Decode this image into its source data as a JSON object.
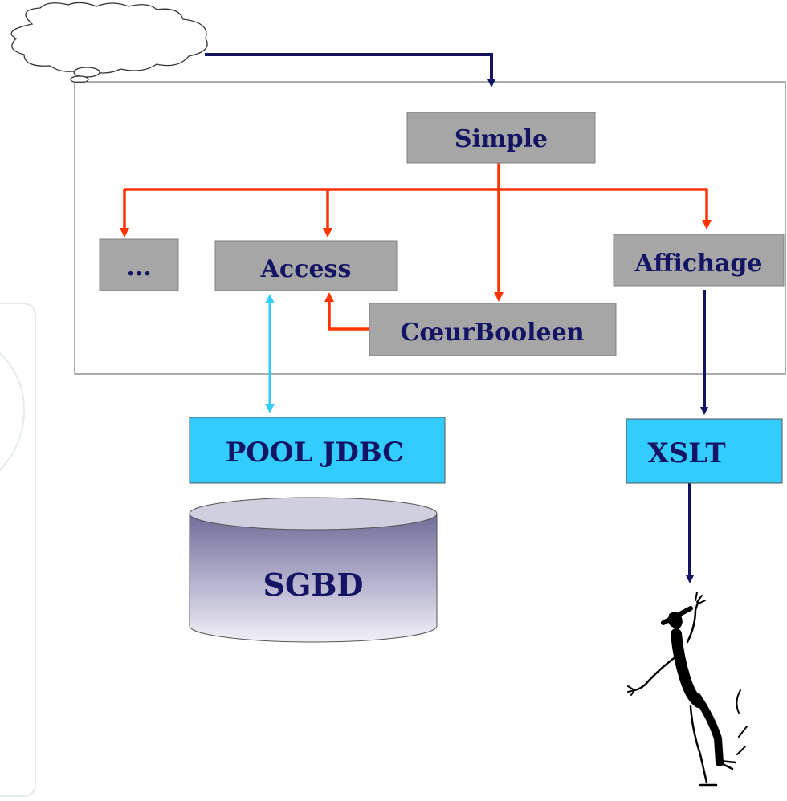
{
  "nodes": {
    "simple": "Simple",
    "ellipsis": "...",
    "access": "Access",
    "affichage": "Affichage",
    "coeur": "CœurBooleen",
    "pool": "POOL JDBC",
    "xslt": "XSLT",
    "sgbd": "SGBD"
  },
  "colors": {
    "navy": "#141464",
    "red": "#ff3300",
    "cyan": "#33ccff",
    "gray_box": "#a6a6a6",
    "cyl_top": "#cfcfdf",
    "cyl_body": "#8a88ad"
  },
  "icons": {
    "cloud": "thought-cloud-icon",
    "user": "stick-figure-user-icon"
  }
}
